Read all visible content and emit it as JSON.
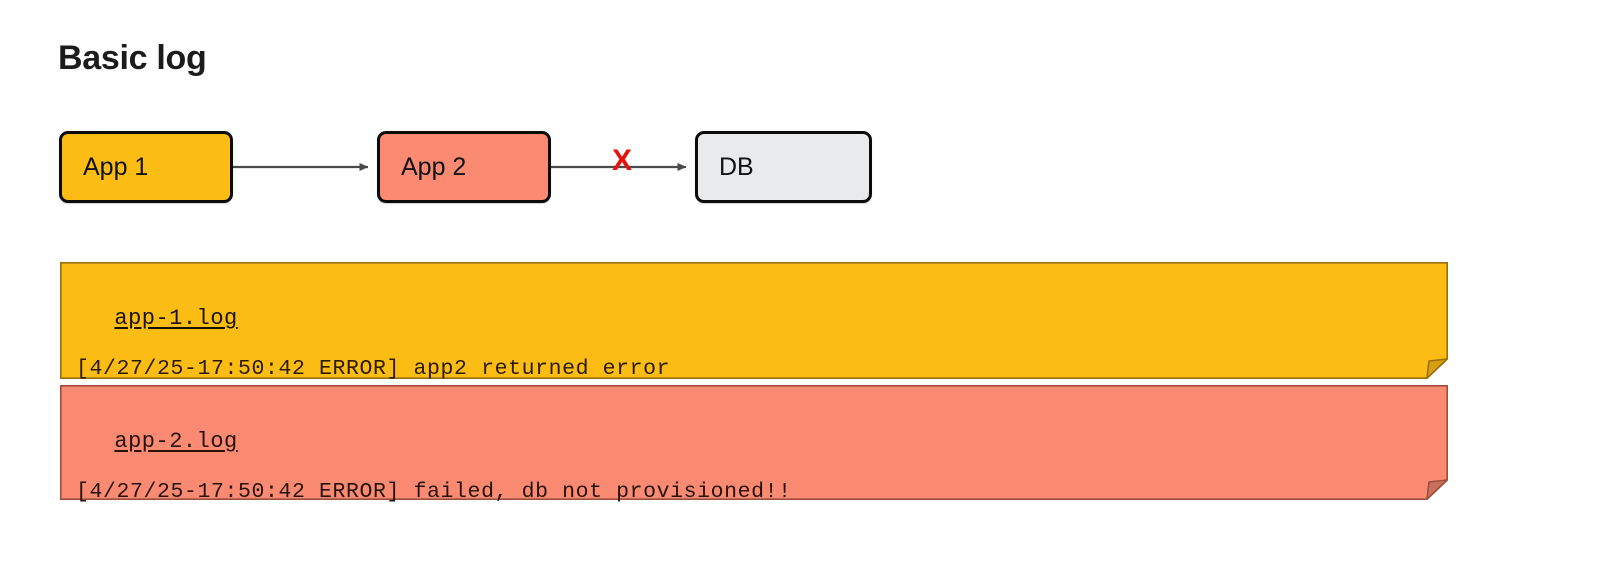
{
  "page": {
    "title": "Basic log",
    "background": "#ffffff"
  },
  "diagram": {
    "nodes": [
      {
        "id": "app1",
        "label": "App 1",
        "fill": "#FBBC14",
        "stroke": "#0b0b0b"
      },
      {
        "id": "app2",
        "label": "App 2",
        "fill": "#FB8A72",
        "stroke": "#0b0b0b"
      },
      {
        "id": "db",
        "label": "DB",
        "fill": "#E9EAEB",
        "stroke": "#0b0b0b"
      }
    ],
    "edges": [
      {
        "from": "app1",
        "to": "app2",
        "broken": false
      },
      {
        "from": "app2",
        "to": "db",
        "broken": true
      }
    ],
    "failure_marker": {
      "icon": "x-mark-icon",
      "label": "X",
      "color": "#e4140a"
    },
    "edge_color": "#4a4a4a"
  },
  "logs": [
    {
      "filename": "app-1.log",
      "line": "[4/27/25-17:50:42 ERROR] app2 returned error",
      "timestamp": "4/27/25-17:50:42",
      "level": "ERROR",
      "message": "app2 returned error",
      "fill": "#FBBC14",
      "border": "#9a6f0d",
      "fold": "#d79f10"
    },
    {
      "filename": "app-2.log",
      "line": "[4/27/25-17:50:42 ERROR] failed, db not provisioned!!",
      "timestamp": "4/27/25-17:50:42",
      "level": "ERROR",
      "message": "failed, db not provisioned!!",
      "fill": "#FB8A72",
      "border": "#9d4f3d",
      "fold": "#c9705c"
    }
  ]
}
